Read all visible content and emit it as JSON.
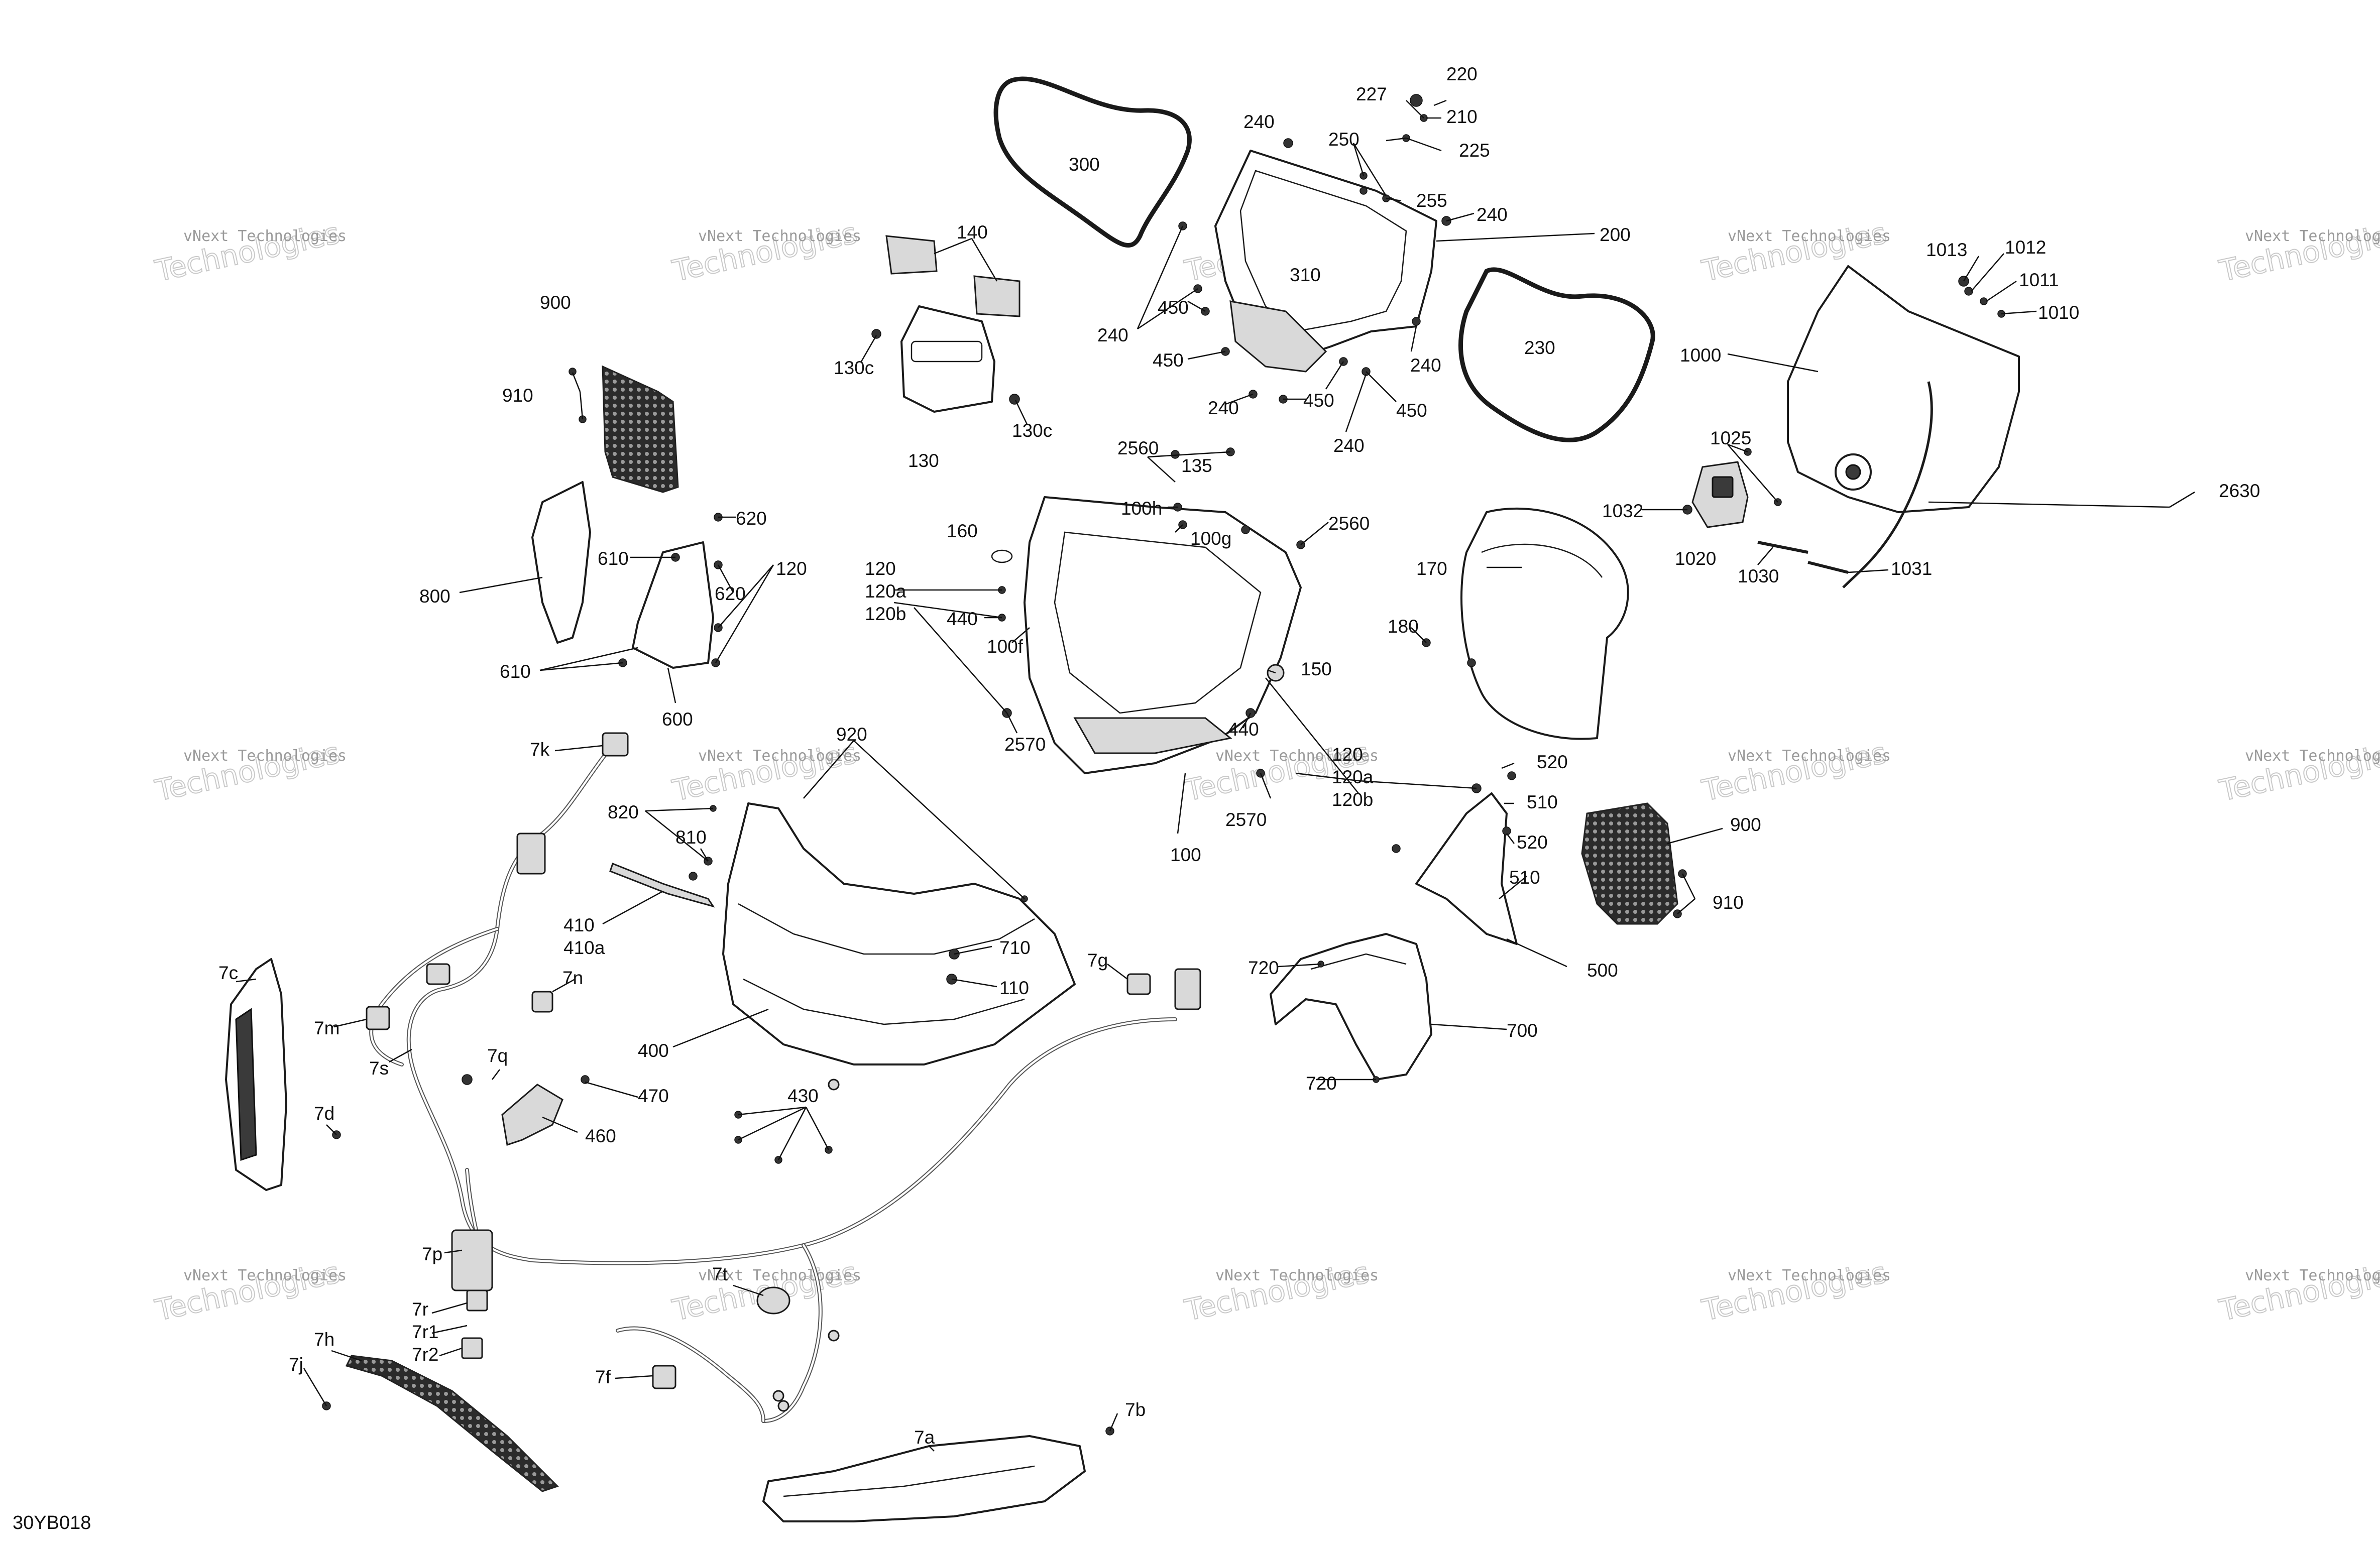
{
  "diagram_code": "30YB018",
  "watermark": {
    "line1": "vNext Technologies",
    "line2": "Technologies"
  },
  "labels": {
    "l300": "300",
    "l240a": "240",
    "l227": "227",
    "l220": "220",
    "l210": "210",
    "l225": "225",
    "l250": "250",
    "l255": "255",
    "l240b": "240",
    "l200": "200",
    "l140": "140",
    "l310": "310",
    "l450a": "450",
    "l240c": "240",
    "l450b": "450",
    "l240d": "240",
    "l450c": "450",
    "l240e": "240",
    "l450d": "450",
    "l240f": "240",
    "l230": "230",
    "l130c_a": "130c",
    "l130c_b": "130c",
    "l130": "130",
    "l900a": "900",
    "l910a": "910",
    "l2560a": "2560",
    "l135": "135",
    "l100h": "100h",
    "l100g": "100g",
    "l2560b": "2560",
    "l620a": "620",
    "l610a": "610",
    "l620b": "620",
    "l120a": "120",
    "l800": "800",
    "l610b": "610",
    "l600": "600",
    "l160": "160",
    "l120b": "120",
    "l120a_a": "120a",
    "l120b_a": "120b",
    "l440a": "440",
    "l100f": "100f",
    "l150": "150",
    "l2570a": "2570",
    "l440b": "440",
    "l2570b": "2570",
    "l100": "100",
    "l120c": "120",
    "l120a_b": "120a",
    "l120b_b": "120b",
    "l170": "170",
    "l180": "180",
    "l1013": "1013",
    "l1012": "1012",
    "l1011": "1011",
    "l1010": "1010",
    "l1000": "1000",
    "l2630": "2630",
    "l1025": "1025",
    "l1032": "1032",
    "l1020": "1020",
    "l1030": "1030",
    "l1031": "1031",
    "l7k": "7k",
    "l920": "920",
    "l820": "820",
    "l810": "810",
    "l410": "410",
    "l410a": "410a",
    "l520a": "520",
    "l510a": "510",
    "l520b": "520",
    "l510b": "510",
    "l900b": "900",
    "l910b": "910",
    "l500": "500",
    "l7c": "7c",
    "l7n": "7n",
    "l7m": "7m",
    "l710": "710",
    "l110": "110",
    "l7g": "7g",
    "l720a": "720",
    "l700": "700",
    "l720b": "720",
    "l400": "400",
    "l7s": "7s",
    "l7q": "7q",
    "l470": "470",
    "l460": "460",
    "l430": "430",
    "l7d": "7d",
    "l7p": "7p",
    "l7r": "7r",
    "l7r1": "7r1",
    "l7r2": "7r2",
    "l7t": "7t",
    "l7h": "7h",
    "l7j": "7j",
    "l7f": "7f",
    "l7a": "7a",
    "l7b": "7b"
  }
}
